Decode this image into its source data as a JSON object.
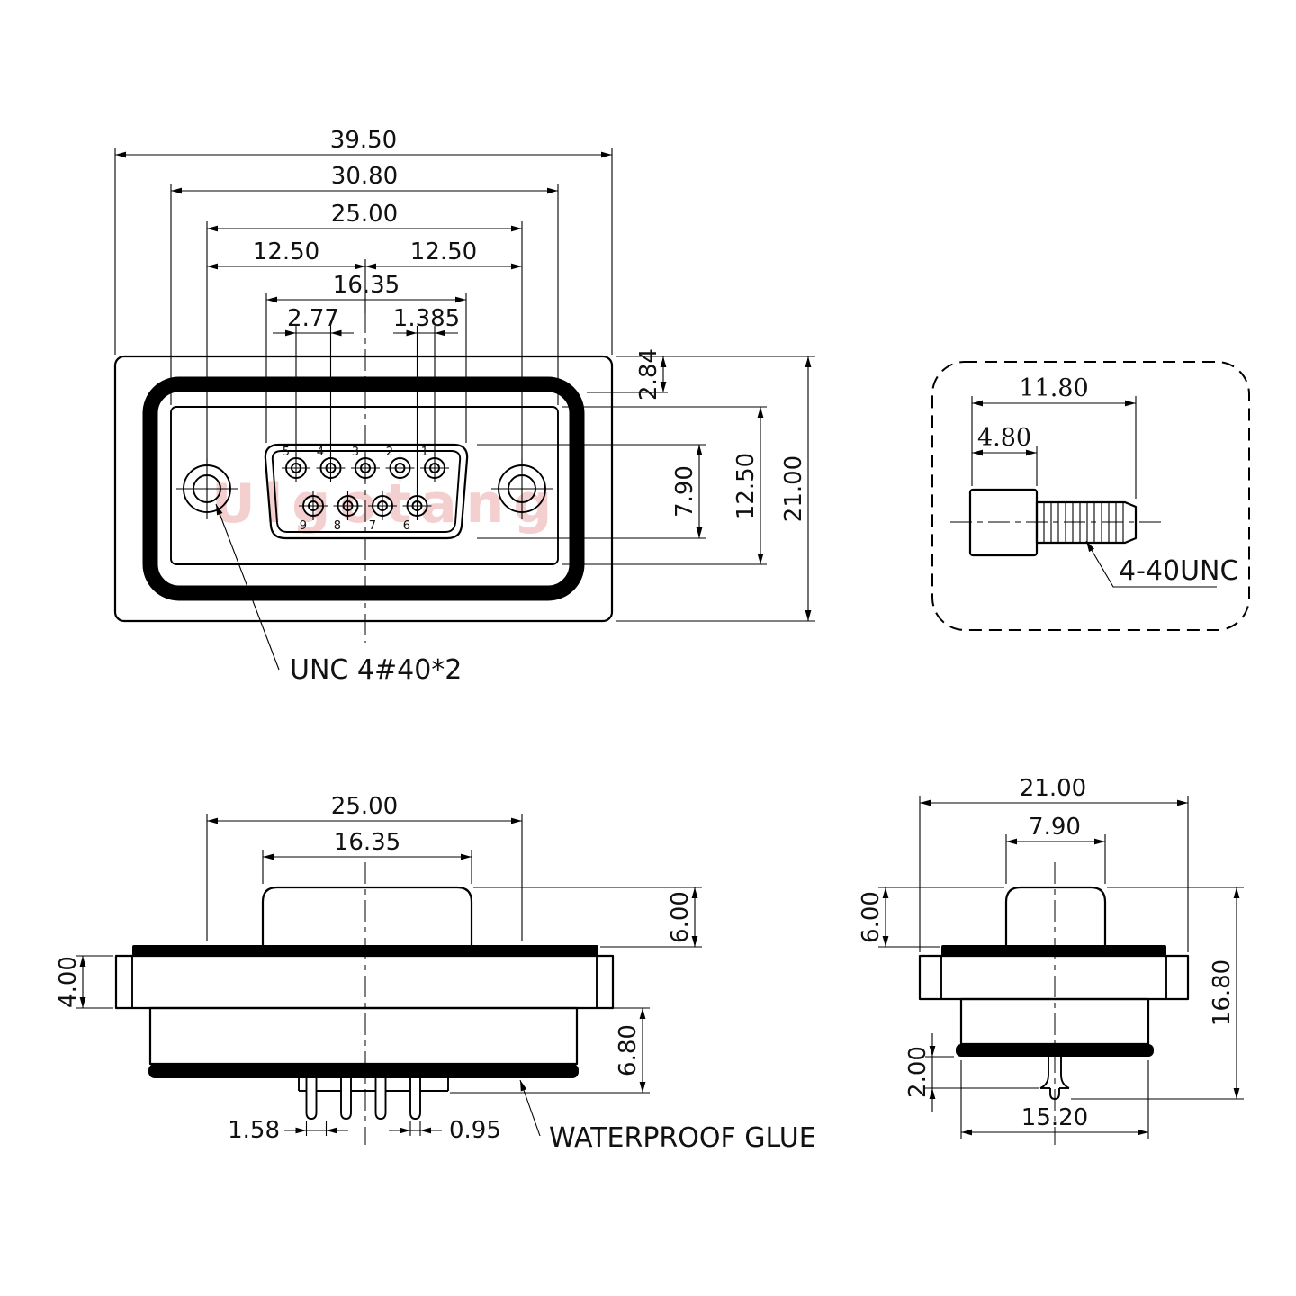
{
  "watermark": "Ulgotang",
  "front": {
    "dim_overall": "39.50",
    "dim_flange": "30.80",
    "dim_holes": "25.00",
    "dim_half_l": "12.50",
    "dim_half_r": "12.50",
    "dim_opening": "16.35",
    "dim_pitch": "2.77",
    "dim_half_pitch": "1.385",
    "dim_top_off": "2.84",
    "dim_shell_h": "7.90",
    "dim_insul_h": "12.50",
    "dim_height": "21.00",
    "label_unc": "UNC 4#40*2",
    "pins_top": [
      "5",
      "4",
      "3",
      "2",
      "1"
    ],
    "pins_bottom": [
      "9",
      "8",
      "7",
      "6"
    ]
  },
  "screw": {
    "dim_len": "11.80",
    "dim_head": "4.80",
    "label_thread": "4-40UNC"
  },
  "side": {
    "dim_holes": "25.00",
    "dim_opening": "16.35",
    "dim_shell": "6.00",
    "dim_flange": "4.00",
    "dim_body": "6.80",
    "dim_pitch": "1.58",
    "dim_pin": "0.95",
    "label_glue": "WATERPROOF GLUE"
  },
  "end_view": {
    "dim_width": "21.00",
    "dim_d": "7.90",
    "dim_shell": "6.00",
    "dim_depth": "16.80",
    "dim_pin": "2.00",
    "dim_body": "15.20"
  }
}
